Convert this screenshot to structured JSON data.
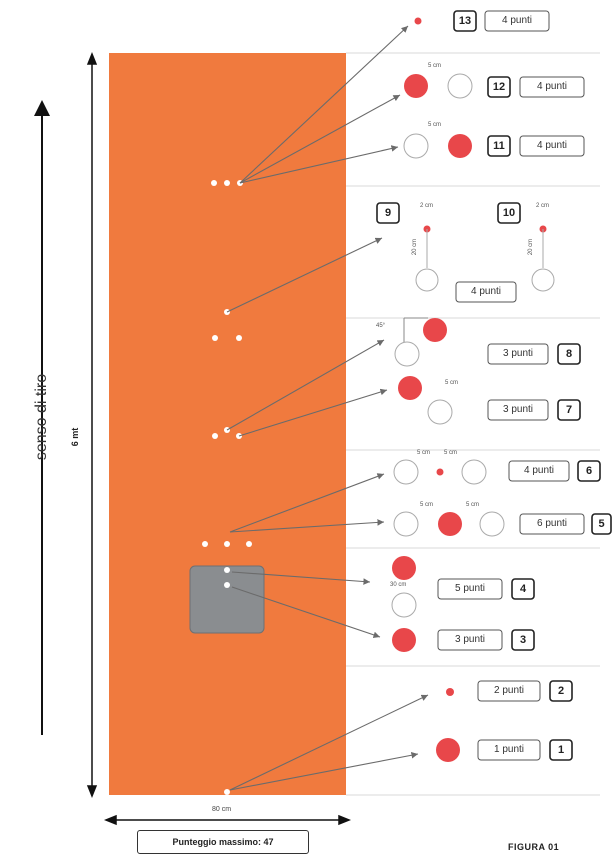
{
  "axis_label": "senso di tiro",
  "length_label": "6 mt",
  "width_label": "80 cm",
  "max_score": "Punteggio massimo: 47",
  "figure": "FIGURA 01",
  "units": {
    "cm5": "5 cm",
    "cm2": "2 cm",
    "cm20": "20 cm",
    "cm30": "30 cm",
    "deg45": "45°"
  },
  "targets": [
    {
      "num": "13",
      "points": "4 punti"
    },
    {
      "num": "12",
      "points": "4 punti"
    },
    {
      "num": "11",
      "points": "4 punti"
    },
    {
      "num": "9",
      "points": ""
    },
    {
      "num": "10",
      "points": "4 punti"
    },
    {
      "num": "8",
      "points": "3 punti"
    },
    {
      "num": "7",
      "points": "3 punti"
    },
    {
      "num": "6",
      "points": "4 punti"
    },
    {
      "num": "5",
      "points": "6 punti"
    },
    {
      "num": "4",
      "points": "5 punti"
    },
    {
      "num": "3",
      "points": "3 punti"
    },
    {
      "num": "2",
      "points": "2 punti"
    },
    {
      "num": "1",
      "points": "1 punti"
    }
  ],
  "colors": {
    "field": "#f07a3e",
    "target_red": "#e8474a",
    "zone_gray": "#8a8d90",
    "dot": "#ffffff"
  }
}
